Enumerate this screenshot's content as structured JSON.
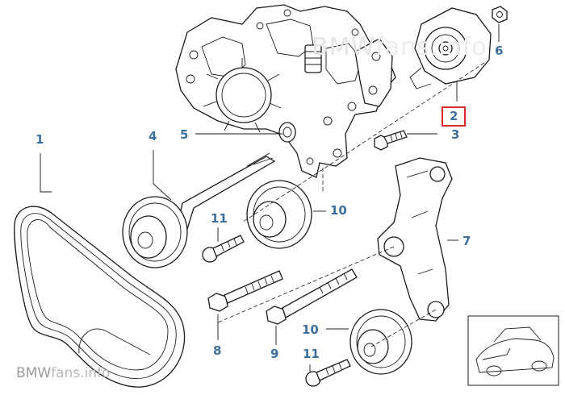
{
  "watermarks": {
    "top_brand": "BMW",
    "top_suffix": "fans.info",
    "bottom_brand": "BMW",
    "bottom_suffix": "fans.info"
  },
  "selected_callout": "2",
  "callouts": [
    {
      "id": "c1",
      "label": "1"
    },
    {
      "id": "c2",
      "label": "2"
    },
    {
      "id": "c3",
      "label": "3"
    },
    {
      "id": "c4",
      "label": "4"
    },
    {
      "id": "c5",
      "label": "5"
    },
    {
      "id": "c6",
      "label": "6"
    },
    {
      "id": "c7",
      "label": "7"
    },
    {
      "id": "c8",
      "label": "8"
    },
    {
      "id": "c9",
      "label": "9"
    },
    {
      "id": "c10a",
      "label": "10"
    },
    {
      "id": "c10b",
      "label": "10"
    },
    {
      "id": "c11a",
      "label": "11"
    },
    {
      "id": "c11b",
      "label": "11"
    }
  ],
  "colors": {
    "callout_text": "#3d6f9e",
    "selected_border": "#d92b2b",
    "line_art": "#1a1a1a"
  },
  "icons": {
    "thumbnail": "car-thumbnail-icon"
  }
}
